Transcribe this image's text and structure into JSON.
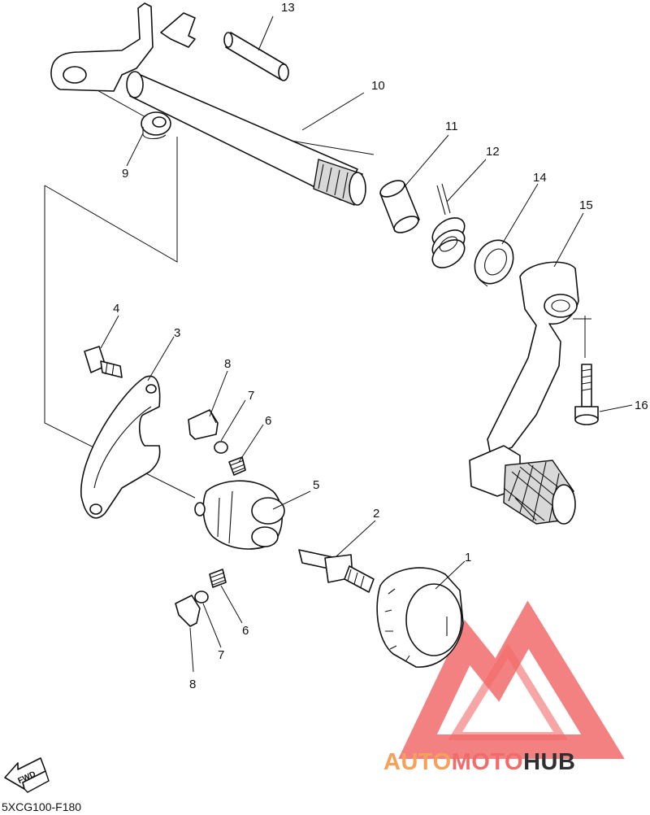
{
  "diagram": {
    "code": "5XCG100-F180",
    "fwd_label": "FWD",
    "watermark": {
      "part1": "AUTO",
      "part2": "MOTO",
      "part3": "HUB",
      "colors": {
        "auto": "#f6a15a",
        "moto": "#f26b6b",
        "hub": "#2f2f2f"
      }
    },
    "callouts": {
      "c1": "1",
      "c2": "2",
      "c3": "3",
      "c4": "4",
      "c5": "5",
      "c6a": "6",
      "c6b": "6",
      "c7a": "7",
      "c7b": "7",
      "c8a": "8",
      "c8b": "8",
      "c9": "9",
      "c10": "10",
      "c11": "11",
      "c12": "12",
      "c13": "13",
      "c14": "14",
      "c15": "15",
      "c16": "16"
    }
  }
}
